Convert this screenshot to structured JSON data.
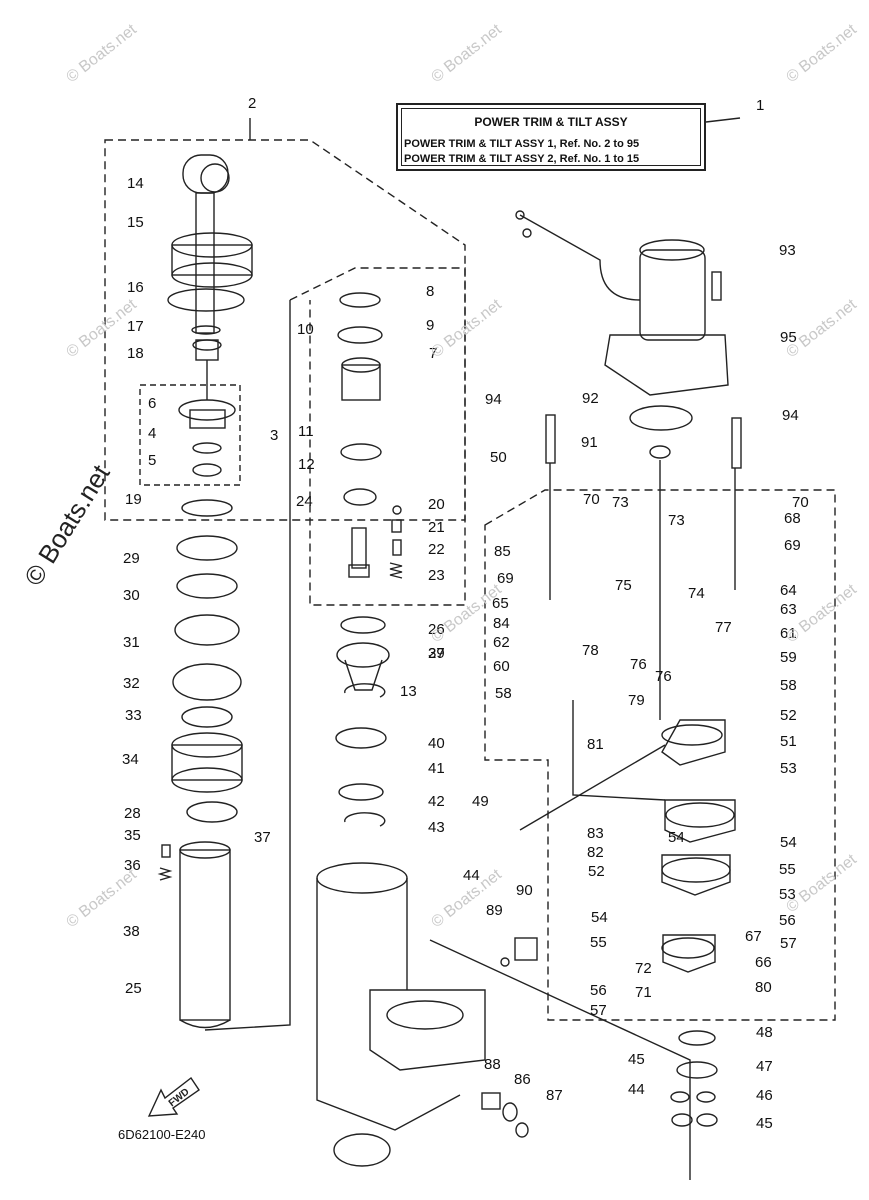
{
  "title_box": {
    "title": "POWER TRIM  & TILT ASSY",
    "line1": "POWER TRIM & TILT ASSY 1, Ref. No. 2 to 95",
    "line2": "POWER TRIM & TILT ASSY 2, Ref. No. 1 to 15"
  },
  "diagram_code": "6D62100-E240",
  "fwd_label": "FWD",
  "watermark_small": "© Boats.net",
  "watermark_large": "© Boats.net",
  "callouts": [
    "1",
    "2",
    "3",
    "4",
    "5",
    "6",
    "7",
    "8",
    "9",
    "10",
    "11",
    "12",
    "13",
    "14",
    "15",
    "16",
    "17",
    "18",
    "19",
    "20",
    "21",
    "22",
    "23",
    "24",
    "25",
    "26",
    "27",
    "28",
    "29",
    "30",
    "31",
    "32",
    "33",
    "34",
    "35",
    "36",
    "37",
    "38",
    "39",
    "40",
    "41",
    "42",
    "43",
    "44",
    "44",
    "45",
    "45",
    "46",
    "47",
    "48",
    "49",
    "50",
    "51",
    "52",
    "52",
    "53",
    "53",
    "54",
    "54",
    "54",
    "55",
    "55",
    "56",
    "56",
    "57",
    "57",
    "58",
    "58",
    "59",
    "60",
    "61",
    "62",
    "63",
    "64",
    "65",
    "66",
    "67",
    "68",
    "69",
    "69",
    "70",
    "70",
    "71",
    "72",
    "73",
    "73",
    "74",
    "75",
    "76",
    "76",
    "77",
    "78",
    "79",
    "80",
    "81",
    "82",
    "83",
    "84",
    "85",
    "86",
    "87",
    "88",
    "89",
    "90",
    "91",
    "92",
    "93",
    "94",
    "94",
    "95"
  ]
}
